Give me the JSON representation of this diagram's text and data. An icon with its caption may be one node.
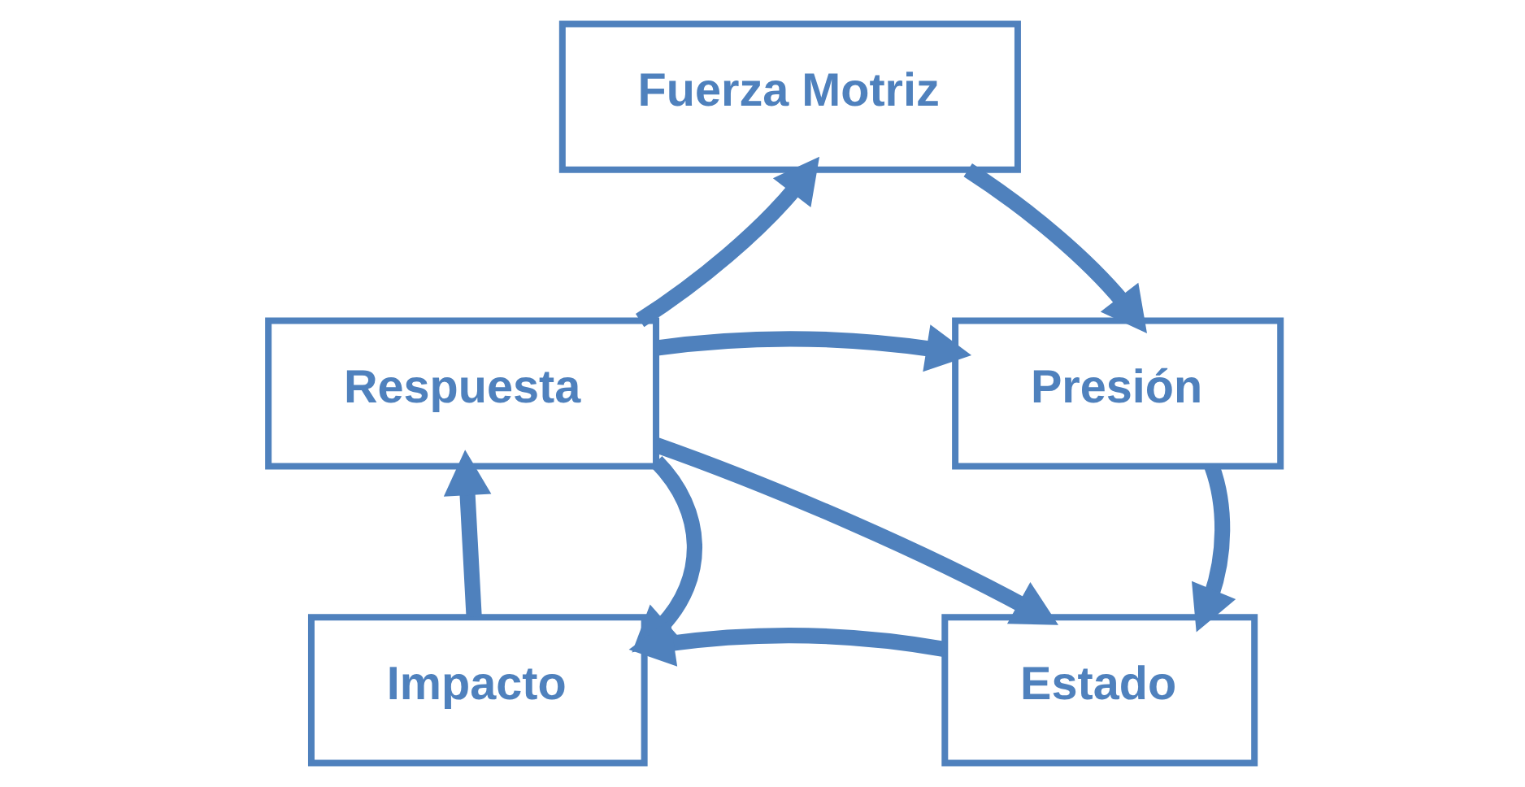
{
  "diagram": {
    "nodes": [
      {
        "text": [
          "Fuerza Motriz"
        ]
      },
      {
        "text": [
          "Respuesta"
        ]
      },
      {
        "text": [
          "Presión"
        ]
      },
      {
        "text": [
          "Estado"
        ]
      },
      {
        "text": [
          "Impacto"
        ]
      }
    ],
    "edges": [
      {
        "from": 1,
        "to": 0,
        "arrow": "to"
      },
      {
        "from": 0,
        "to": 2,
        "arrow": "to"
      },
      {
        "from": 2,
        "to": 3,
        "arrow": "to"
      },
      {
        "from": 3,
        "to": 4,
        "arrow": "to"
      },
      {
        "from": 4,
        "to": 1,
        "arrow": "to"
      },
      {
        "from": 1,
        "to": 2,
        "arrow": "to"
      },
      {
        "from": 1,
        "to": 3,
        "arrow": "to"
      },
      {
        "from": 1,
        "to": 4,
        "arrow": "to"
      }
    ]
  }
}
